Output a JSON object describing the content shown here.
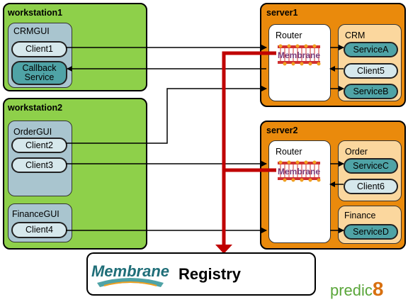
{
  "workstations": [
    {
      "title": "workstation1",
      "groups": [
        {
          "title": "CRMGUI",
          "items": [
            "Client1",
            "Callback Service"
          ]
        }
      ]
    },
    {
      "title": "workstation2",
      "groups": [
        {
          "title": "OrderGUI",
          "items": [
            "Client2",
            "Client3"
          ]
        },
        {
          "title": "FinanceGUI",
          "items": [
            "Client4"
          ]
        }
      ]
    }
  ],
  "servers": [
    {
      "title": "server1",
      "router": "Router",
      "groups": [
        {
          "title": "CRM",
          "items": [
            "ServiceA",
            "Client5",
            "ServiceB"
          ]
        }
      ]
    },
    {
      "title": "server2",
      "router": "Router",
      "groups": [
        {
          "title": "Order",
          "items": [
            "ServiceC",
            "Client6"
          ]
        },
        {
          "title": "Finance",
          "items": [
            "ServiceD"
          ]
        }
      ]
    }
  ],
  "registry": {
    "logo": "Membrane",
    "label": "Registry"
  },
  "router_logo": "Membrane",
  "brand": {
    "name": "predic",
    "suffix": "8"
  },
  "colors": {
    "workstation": "#8ed04a",
    "server": "#ea8a0c",
    "registry_link": "#c00000",
    "service": "#4fa3a6",
    "client": "#d6e8ec"
  }
}
